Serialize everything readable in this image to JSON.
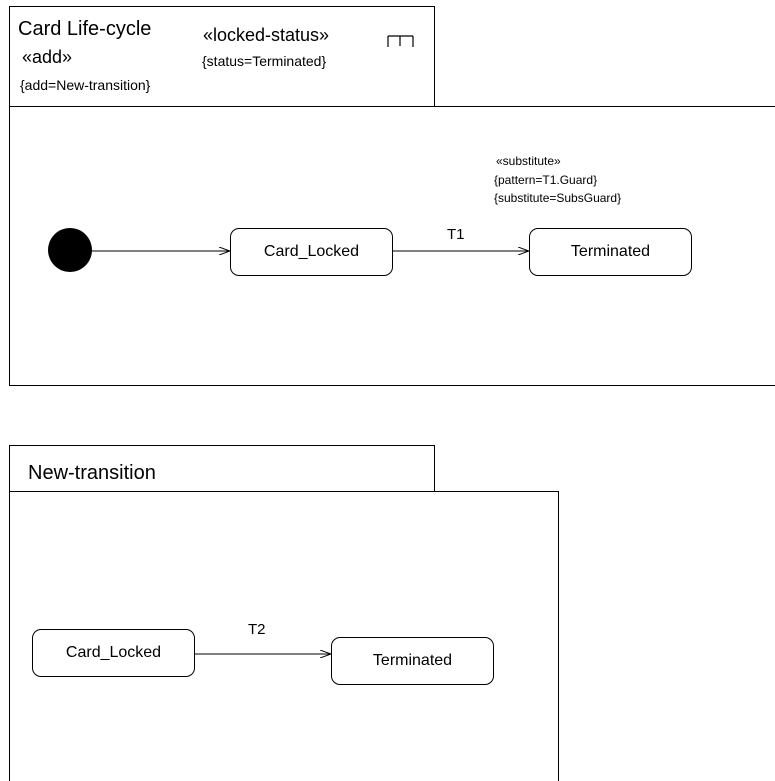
{
  "top_frame": {
    "title": "Card Life-cycle",
    "stereotype_add": "«add»",
    "tag_add": "{add=New-transition}",
    "stereotype_locked": "«locked-status»",
    "tag_status": "{status=Terminated}",
    "states": {
      "card_locked": "Card_Locked",
      "terminated": "Terminated"
    },
    "transition_label": "T1",
    "transition_note": {
      "stereotype": "«substitute»",
      "pattern": "{pattern=T1.Guard}",
      "substitute": "{substitute=SubsGuard}"
    }
  },
  "bottom_frame": {
    "title": "New-transition",
    "states": {
      "card_locked": "Card_Locked",
      "terminated": "Terminated"
    },
    "transition_label": "T2"
  }
}
